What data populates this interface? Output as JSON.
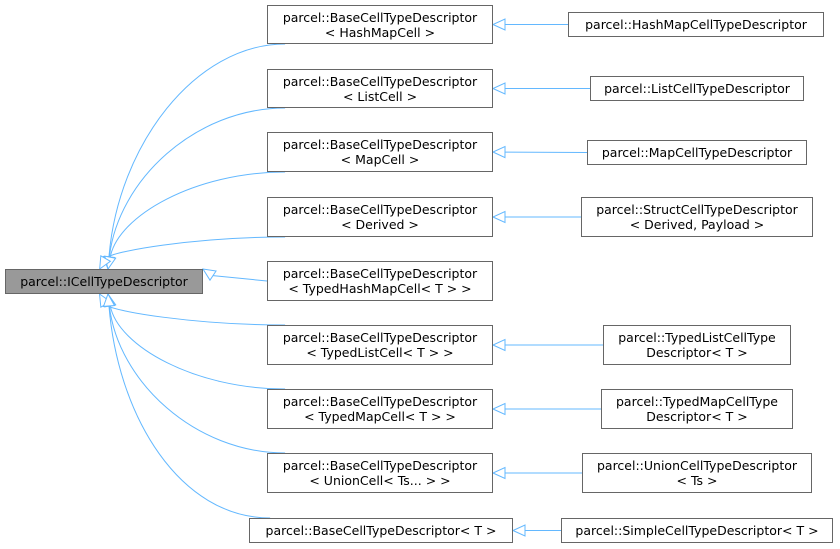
{
  "diagram": {
    "root": {
      "line1": "parcel::ICellTypeDescriptor"
    },
    "rows": [
      {
        "base": {
          "line1": "parcel::BaseCellTypeDescriptor",
          "line2": "< HashMapCell >"
        },
        "derived": {
          "line1": "parcel::HashMapCellTypeDescriptor",
          "line2": ""
        }
      },
      {
        "base": {
          "line1": "parcel::BaseCellTypeDescriptor",
          "line2": "< ListCell >"
        },
        "derived": {
          "line1": "parcel::ListCellTypeDescriptor",
          "line2": ""
        }
      },
      {
        "base": {
          "line1": "parcel::BaseCellTypeDescriptor",
          "line2": "< MapCell >"
        },
        "derived": {
          "line1": "parcel::MapCellTypeDescriptor",
          "line2": ""
        }
      },
      {
        "base": {
          "line1": "parcel::BaseCellTypeDescriptor",
          "line2": "< Derived >"
        },
        "derived": {
          "line1": "parcel::StructCellTypeDescriptor",
          "line2": "< Derived, Payload >"
        }
      },
      {
        "base": {
          "line1": "parcel::BaseCellTypeDescriptor",
          "line2": "< TypedHashMapCell< T > >"
        },
        "derived": null
      },
      {
        "base": {
          "line1": "parcel::BaseCellTypeDescriptor",
          "line2": "< TypedListCell< T > >"
        },
        "derived": {
          "line1": "parcel::TypedListCellType",
          "line2": "Descriptor< T >"
        }
      },
      {
        "base": {
          "line1": "parcel::BaseCellTypeDescriptor",
          "line2": "< TypedMapCell< T > >"
        },
        "derived": {
          "line1": "parcel::TypedMapCellType",
          "line2": "Descriptor< T >"
        }
      },
      {
        "base": {
          "line1": "parcel::BaseCellTypeDescriptor",
          "line2": "< UnionCell< Ts... > >"
        },
        "derived": {
          "line1": "parcel::UnionCellTypeDescriptor",
          "line2": "< Ts >"
        }
      },
      {
        "base": {
          "line1": "parcel::BaseCellTypeDescriptor< T >",
          "line2": ""
        },
        "derived": {
          "line1": "parcel::SimpleCellTypeDescriptor< T >",
          "line2": ""
        }
      }
    ],
    "colors": {
      "edge": "#63b8ff",
      "border": "#666666",
      "root_fill": "#999999",
      "node_fill": "#ffffff"
    }
  }
}
